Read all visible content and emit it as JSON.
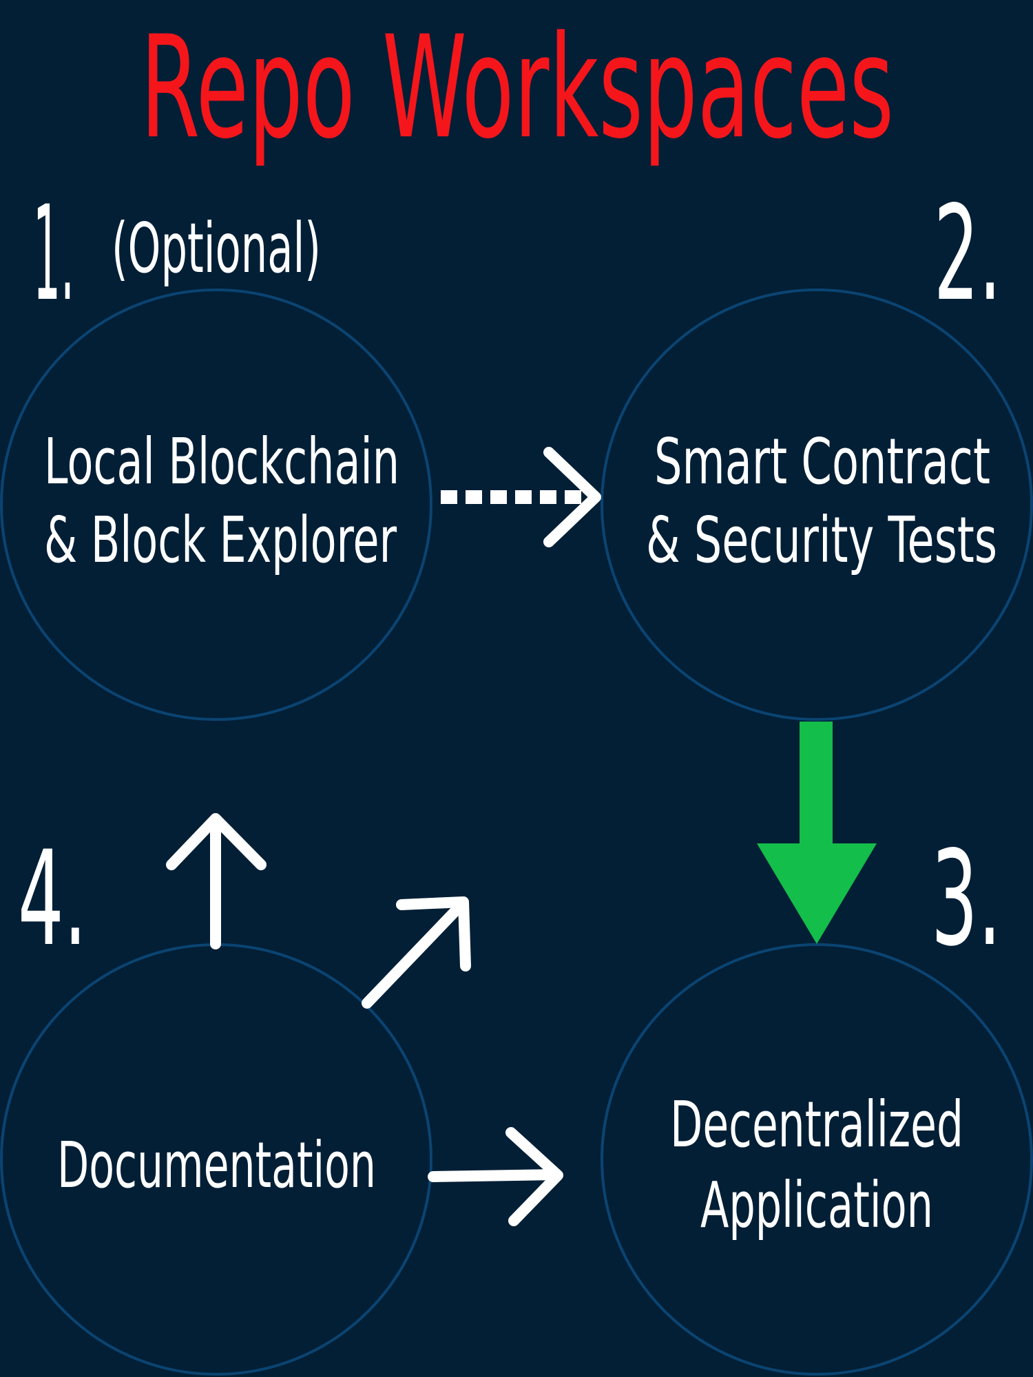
{
  "title": "Repo Workspaces",
  "colors": {
    "background": "#021f36",
    "title": "#f4161b",
    "circle_stroke": "#0b4472",
    "green_arrow": "#14be4a",
    "text": "#ffffff"
  },
  "nodes": [
    {
      "number": "1.",
      "note": "(Optional)",
      "line1": "Local Blockchain",
      "line2": "& Block Explorer"
    },
    {
      "number": "2.",
      "line1": "Smart Contract",
      "line2": "& Security Tests"
    },
    {
      "number": "3.",
      "line1": "Decentralized",
      "line2": "Application"
    },
    {
      "number": "4.",
      "line1": "Documentation"
    }
  ]
}
